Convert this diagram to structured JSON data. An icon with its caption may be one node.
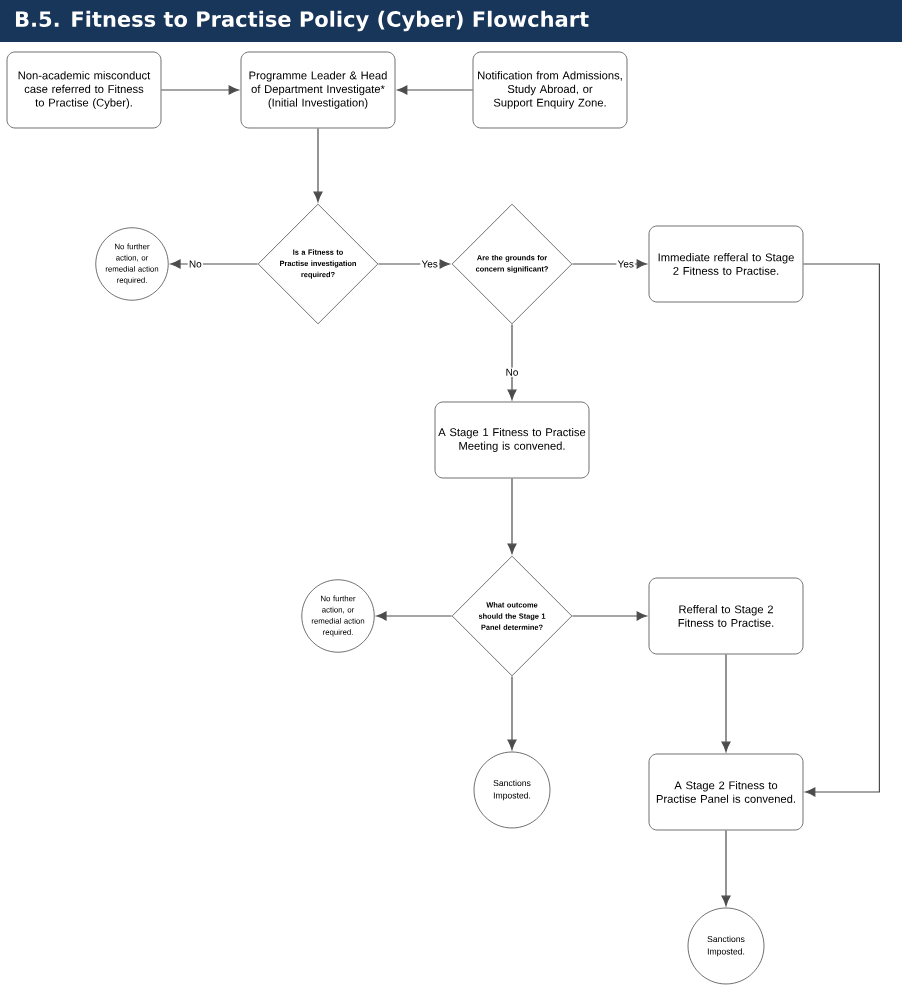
{
  "diagram": {
    "title": "B.5. Fitness to Practise Policy (Cyber) Flowchart",
    "nodes": [
      {
        "text": [
          "Non-academic misconduct case referred to Fitness to Practise (Cyber)."
        ]
      },
      {
        "text": [
          "Programme Leader & Head of Department Investigate* (Initial Investigation)"
        ]
      },
      {
        "text": [
          "Notification from Admissions, Study Abroad, or Support Enquiry Zone."
        ]
      },
      {
        "text": [
          "Is a Fitness to Practise investigation required?"
        ]
      },
      {
        "text": [
          "No further action, or remedial action required."
        ]
      },
      {
        "text": [
          "Are the grounds for concern significant?"
        ]
      },
      {
        "text": [
          "Immediate refferal to Stage 2 Fitness to Practise."
        ]
      },
      {
        "text": [
          "A Stage 1 Fitness to Practise Meeting is convened."
        ]
      },
      {
        "text": [
          "What outcome should the Stage 1 Panel determine?"
        ]
      },
      {
        "text": [
          "No further action, or remedial action required."
        ]
      },
      {
        "text": [
          "Refferal to Stage 2 Fitness to Practise."
        ]
      },
      {
        "text": [
          "Sanctions Imposted."
        ]
      },
      {
        "text": [
          "A Stage 2 Fitness to Practise Panel is convened."
        ]
      },
      {
        "text": [
          "Sanctions Imposted."
        ]
      }
    ],
    "edges": [
      {
        "from": 0,
        "to": 1,
        "arrow": "to"
      },
      {
        "from": 2,
        "to": 1,
        "arrow": "to"
      },
      {
        "from": 1,
        "to": 3,
        "arrow": "to"
      },
      {
        "from": 3,
        "to": 4,
        "arrow": "to",
        "label": "No"
      },
      {
        "from": 3,
        "to": 5,
        "arrow": "to",
        "label": "Yes"
      },
      {
        "from": 5,
        "to": 6,
        "arrow": "to",
        "label": "Yes"
      },
      {
        "from": 5,
        "to": 7,
        "arrow": "to",
        "label": "No"
      },
      {
        "from": 7,
        "to": 8,
        "arrow": "to"
      },
      {
        "from": 8,
        "to": 9,
        "arrow": "to"
      },
      {
        "from": 8,
        "to": 10,
        "arrow": "to"
      },
      {
        "from": 8,
        "to": 11,
        "arrow": "to"
      },
      {
        "from": 10,
        "to": 12,
        "arrow": "to"
      },
      {
        "from": 6,
        "to": 12,
        "arrow": "to"
      },
      {
        "from": 12,
        "to": 13,
        "arrow": "to"
      }
    ]
  }
}
